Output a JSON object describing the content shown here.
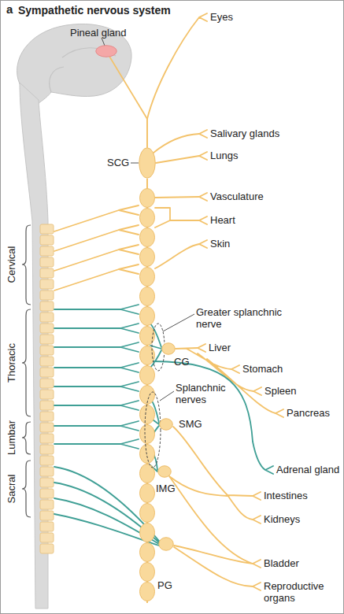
{
  "diagram": {
    "title": "Sympathetic nervous system",
    "nodes": [
      {
        "text": [
          "Pineal gland"
        ]
      },
      {
        "text": [
          "SCG"
        ]
      },
      {
        "text": [
          "CG"
        ]
      },
      {
        "text": [
          "SMG"
        ]
      },
      {
        "text": [
          "IMG"
        ]
      },
      {
        "text": [
          "PG"
        ]
      }
    ],
    "edges": [
      {
        "from": 1,
        "to": 0,
        "arrow": "none"
      }
    ],
    "labels": [
      "a",
      "Eyes",
      "Salivary glands",
      "Lungs",
      "Vasculature",
      "Heart",
      "Skin",
      "Greater splanchnic nerve",
      "Liver",
      "Stomach",
      "Spleen",
      "Pancreas",
      "Splanchnic nerves",
      "Adrenal gland",
      "Intestines",
      "Kidneys",
      "Bladder",
      "Reproductive organs",
      "Cervical",
      "Thoracic",
      "Lumbar",
      "Sacral"
    ]
  }
}
